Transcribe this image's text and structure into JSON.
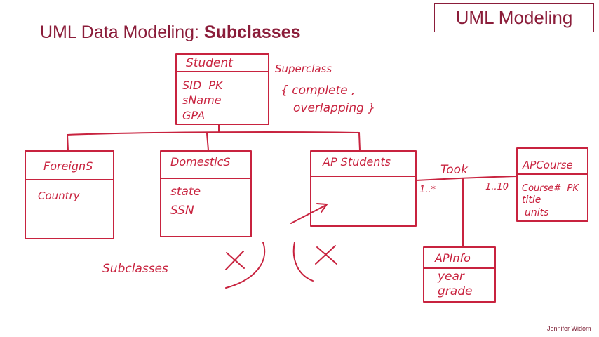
{
  "slide": {
    "title_prefix": "UML Data Modeling: ",
    "title_bold": "Subclasses",
    "brand": "UML Modeling",
    "credit": "Jennifer Widom"
  },
  "diagram": {
    "superclass": {
      "name": "Student",
      "attributes": [
        "SID  PK",
        "sName",
        "GPA"
      ]
    },
    "superclass_note": "Superclass",
    "constraint_line1": "{ complete ,",
    "constraint_line2": "overlapping }",
    "subclasses": [
      {
        "name": "ForeignS",
        "attributes": [
          "Country"
        ]
      },
      {
        "name": "DomesticS",
        "attributes": [
          "state",
          "SSN"
        ]
      },
      {
        "name": "AP Students",
        "attributes": []
      }
    ],
    "association_class": {
      "name": "APCourse",
      "attributes": [
        "Course#  PK",
        "title",
        "units"
      ]
    },
    "association": {
      "name": "Took",
      "mult_left": "1..*",
      "mult_right": "1..10"
    },
    "link_class": {
      "name": "APInfo",
      "attributes": [
        "year",
        "grade"
      ]
    },
    "subclasses_label": "Subclasses"
  },
  "colors": {
    "ink": "#c8233f",
    "title": "#8b1d3a"
  }
}
